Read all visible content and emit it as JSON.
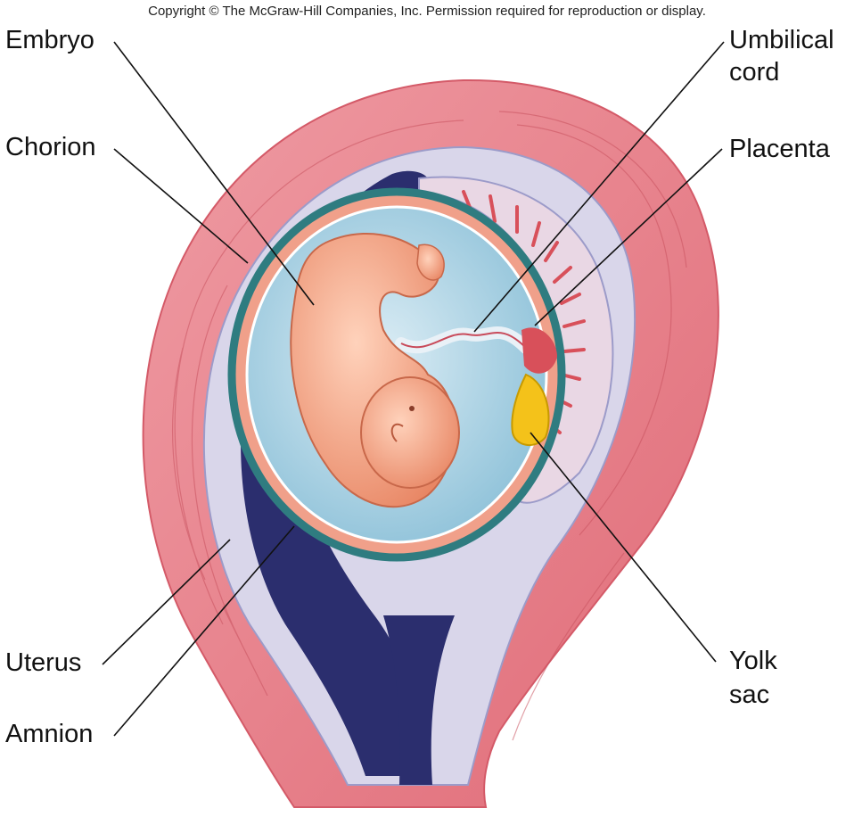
{
  "copyright": "Copyright © The McGraw-Hill Companies, Inc. Permission required for reproduction or display.",
  "labels": {
    "embryo": "Embryo",
    "chorion": "Chorion",
    "umbilical_1": "Umbilical",
    "umbilical_2": "cord",
    "placenta": "Placenta",
    "uterus": "Uterus",
    "amnion": "Amnion",
    "yolk_1": "Yolk",
    "yolk_2": "sac"
  },
  "colors": {
    "uterus_wall": "#e8848e",
    "uterus_inner": "#f3c5c8",
    "decidua": "#cfcfe6",
    "dark_cavity": "#2b2e6e",
    "chorion_ring": "#2f7c80",
    "amniotic_fluid": "#b7d9ea",
    "embryo_skin": "#f2a383",
    "yolk_sac": "#f4c21a",
    "placenta_red": "#d8505a"
  }
}
